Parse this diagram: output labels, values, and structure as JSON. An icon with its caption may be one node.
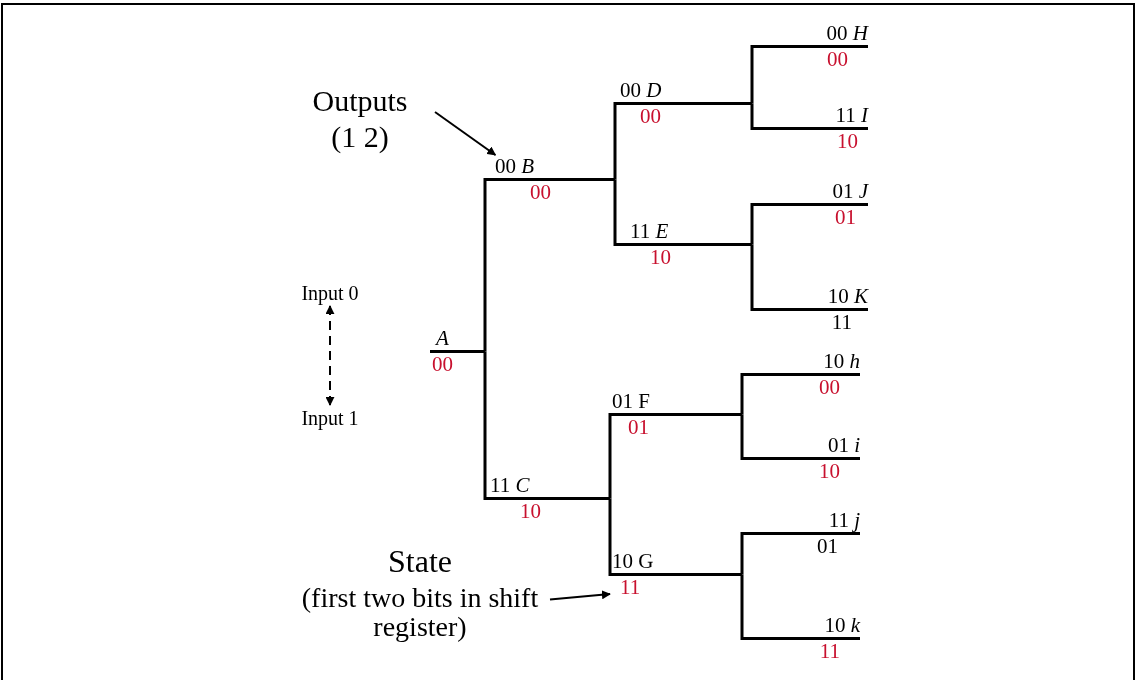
{
  "diagram": {
    "nodes": [
      {
        "text": [
          "*A*",
          "00"
        ]
      },
      {
        "text": [
          "00 *B*",
          "00"
        ]
      },
      {
        "text": [
          "11 *C*",
          "10"
        ]
      },
      {
        "text": [
          "00 *D*",
          "00"
        ]
      },
      {
        "text": [
          "11 *E*",
          "10"
        ]
      },
      {
        "text": [
          "01 F",
          "01"
        ]
      },
      {
        "text": [
          "10 G",
          "11"
        ]
      },
      {
        "text": [
          "00 *H*",
          "00"
        ]
      },
      {
        "text": [
          "11 *I*",
          "10"
        ]
      },
      {
        "text": [
          "01 *J*",
          "01"
        ]
      },
      {
        "text": [
          "10 *K*",
          "11"
        ]
      },
      {
        "text": [
          "10 *h*",
          "00"
        ]
      },
      {
        "text": [
          "01 *i*",
          "10"
        ]
      },
      {
        "text": [
          "11 *j*",
          "01"
        ]
      },
      {
        "text": [
          "10 *k*",
          "11"
        ]
      },
      {
        "text": [
          "Outputs",
          "(1 2)"
        ]
      },
      {
        "text": [
          "Input 0"
        ]
      },
      {
        "text": [
          "Input 1"
        ]
      },
      {
        "text": [
          "State",
          "(first two bits in shift register)"
        ]
      }
    ],
    "edges": [
      {
        "from": 0,
        "to": 1,
        "arrow": "none"
      },
      {
        "from": 0,
        "to": 2,
        "arrow": "none"
      },
      {
        "from": 1,
        "to": 3,
        "arrow": "none"
      },
      {
        "from": 1,
        "to": 4,
        "arrow": "none"
      },
      {
        "from": 2,
        "to": 5,
        "arrow": "none"
      },
      {
        "from": 2,
        "to": 6,
        "arrow": "none"
      },
      {
        "from": 3,
        "to": 7,
        "arrow": "none"
      },
      {
        "from": 3,
        "to": 8,
        "arrow": "none"
      },
      {
        "from": 4,
        "to": 9,
        "arrow": "none"
      },
      {
        "from": 4,
        "to": 10,
        "arrow": "none"
      },
      {
        "from": 5,
        "to": 11,
        "arrow": "none"
      },
      {
        "from": 5,
        "to": 12,
        "arrow": "none"
      },
      {
        "from": 6,
        "to": 13,
        "arrow": "none"
      },
      {
        "from": 6,
        "to": 14,
        "arrow": "none"
      },
      {
        "from": 15,
        "to": 1,
        "arrow": "to"
      },
      {
        "from": 16,
        "to": 17,
        "arrow": "both",
        "style": "dashed"
      },
      {
        "from": 18,
        "to": 6,
        "arrow": "to"
      }
    ]
  }
}
